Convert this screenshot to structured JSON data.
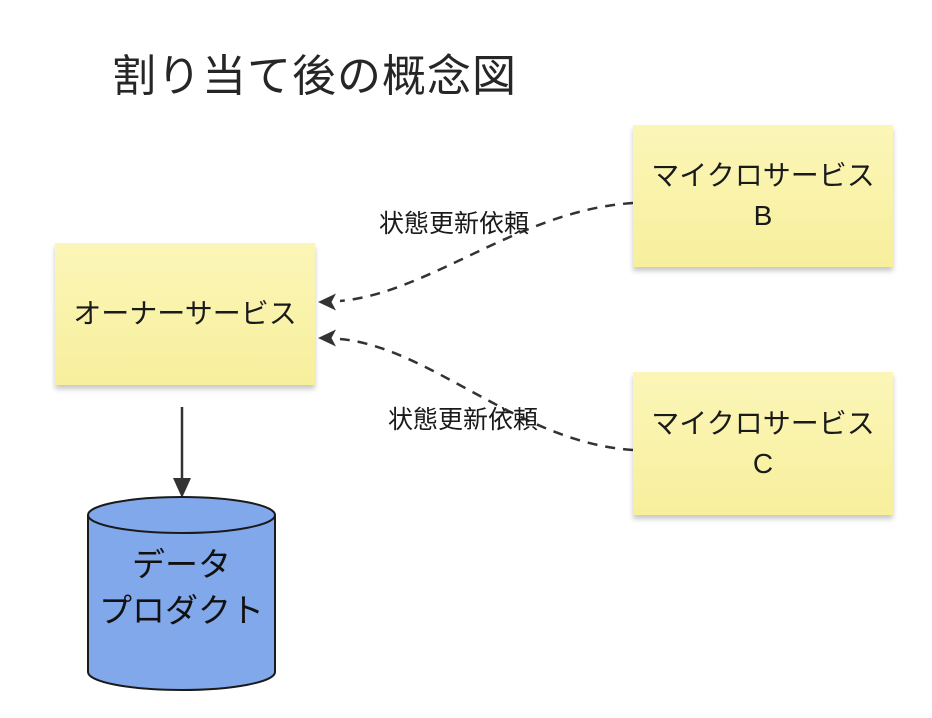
{
  "title": "割り当て後の概念図",
  "nodes": {
    "owner_service": {
      "label": "オーナーサービス"
    },
    "microservice_b": {
      "line1": "マイクロサービス",
      "line2": "B"
    },
    "microservice_c": {
      "line1": "マイクロサービス",
      "line2": "C"
    },
    "data_product": {
      "line1": "データ",
      "line2": "プロダクト"
    }
  },
  "edges": {
    "b_to_owner": {
      "label": "状態更新依頼",
      "style": "dashed"
    },
    "c_to_owner": {
      "label": "状態更新依頼",
      "style": "dashed"
    },
    "owner_to_data_product": {
      "style": "solid"
    }
  },
  "colors": {
    "sticky_note_yellow": "#F8F1A1",
    "database_blue": "#81A8EA",
    "line_dark": "#333333",
    "title_text": "#262626"
  }
}
